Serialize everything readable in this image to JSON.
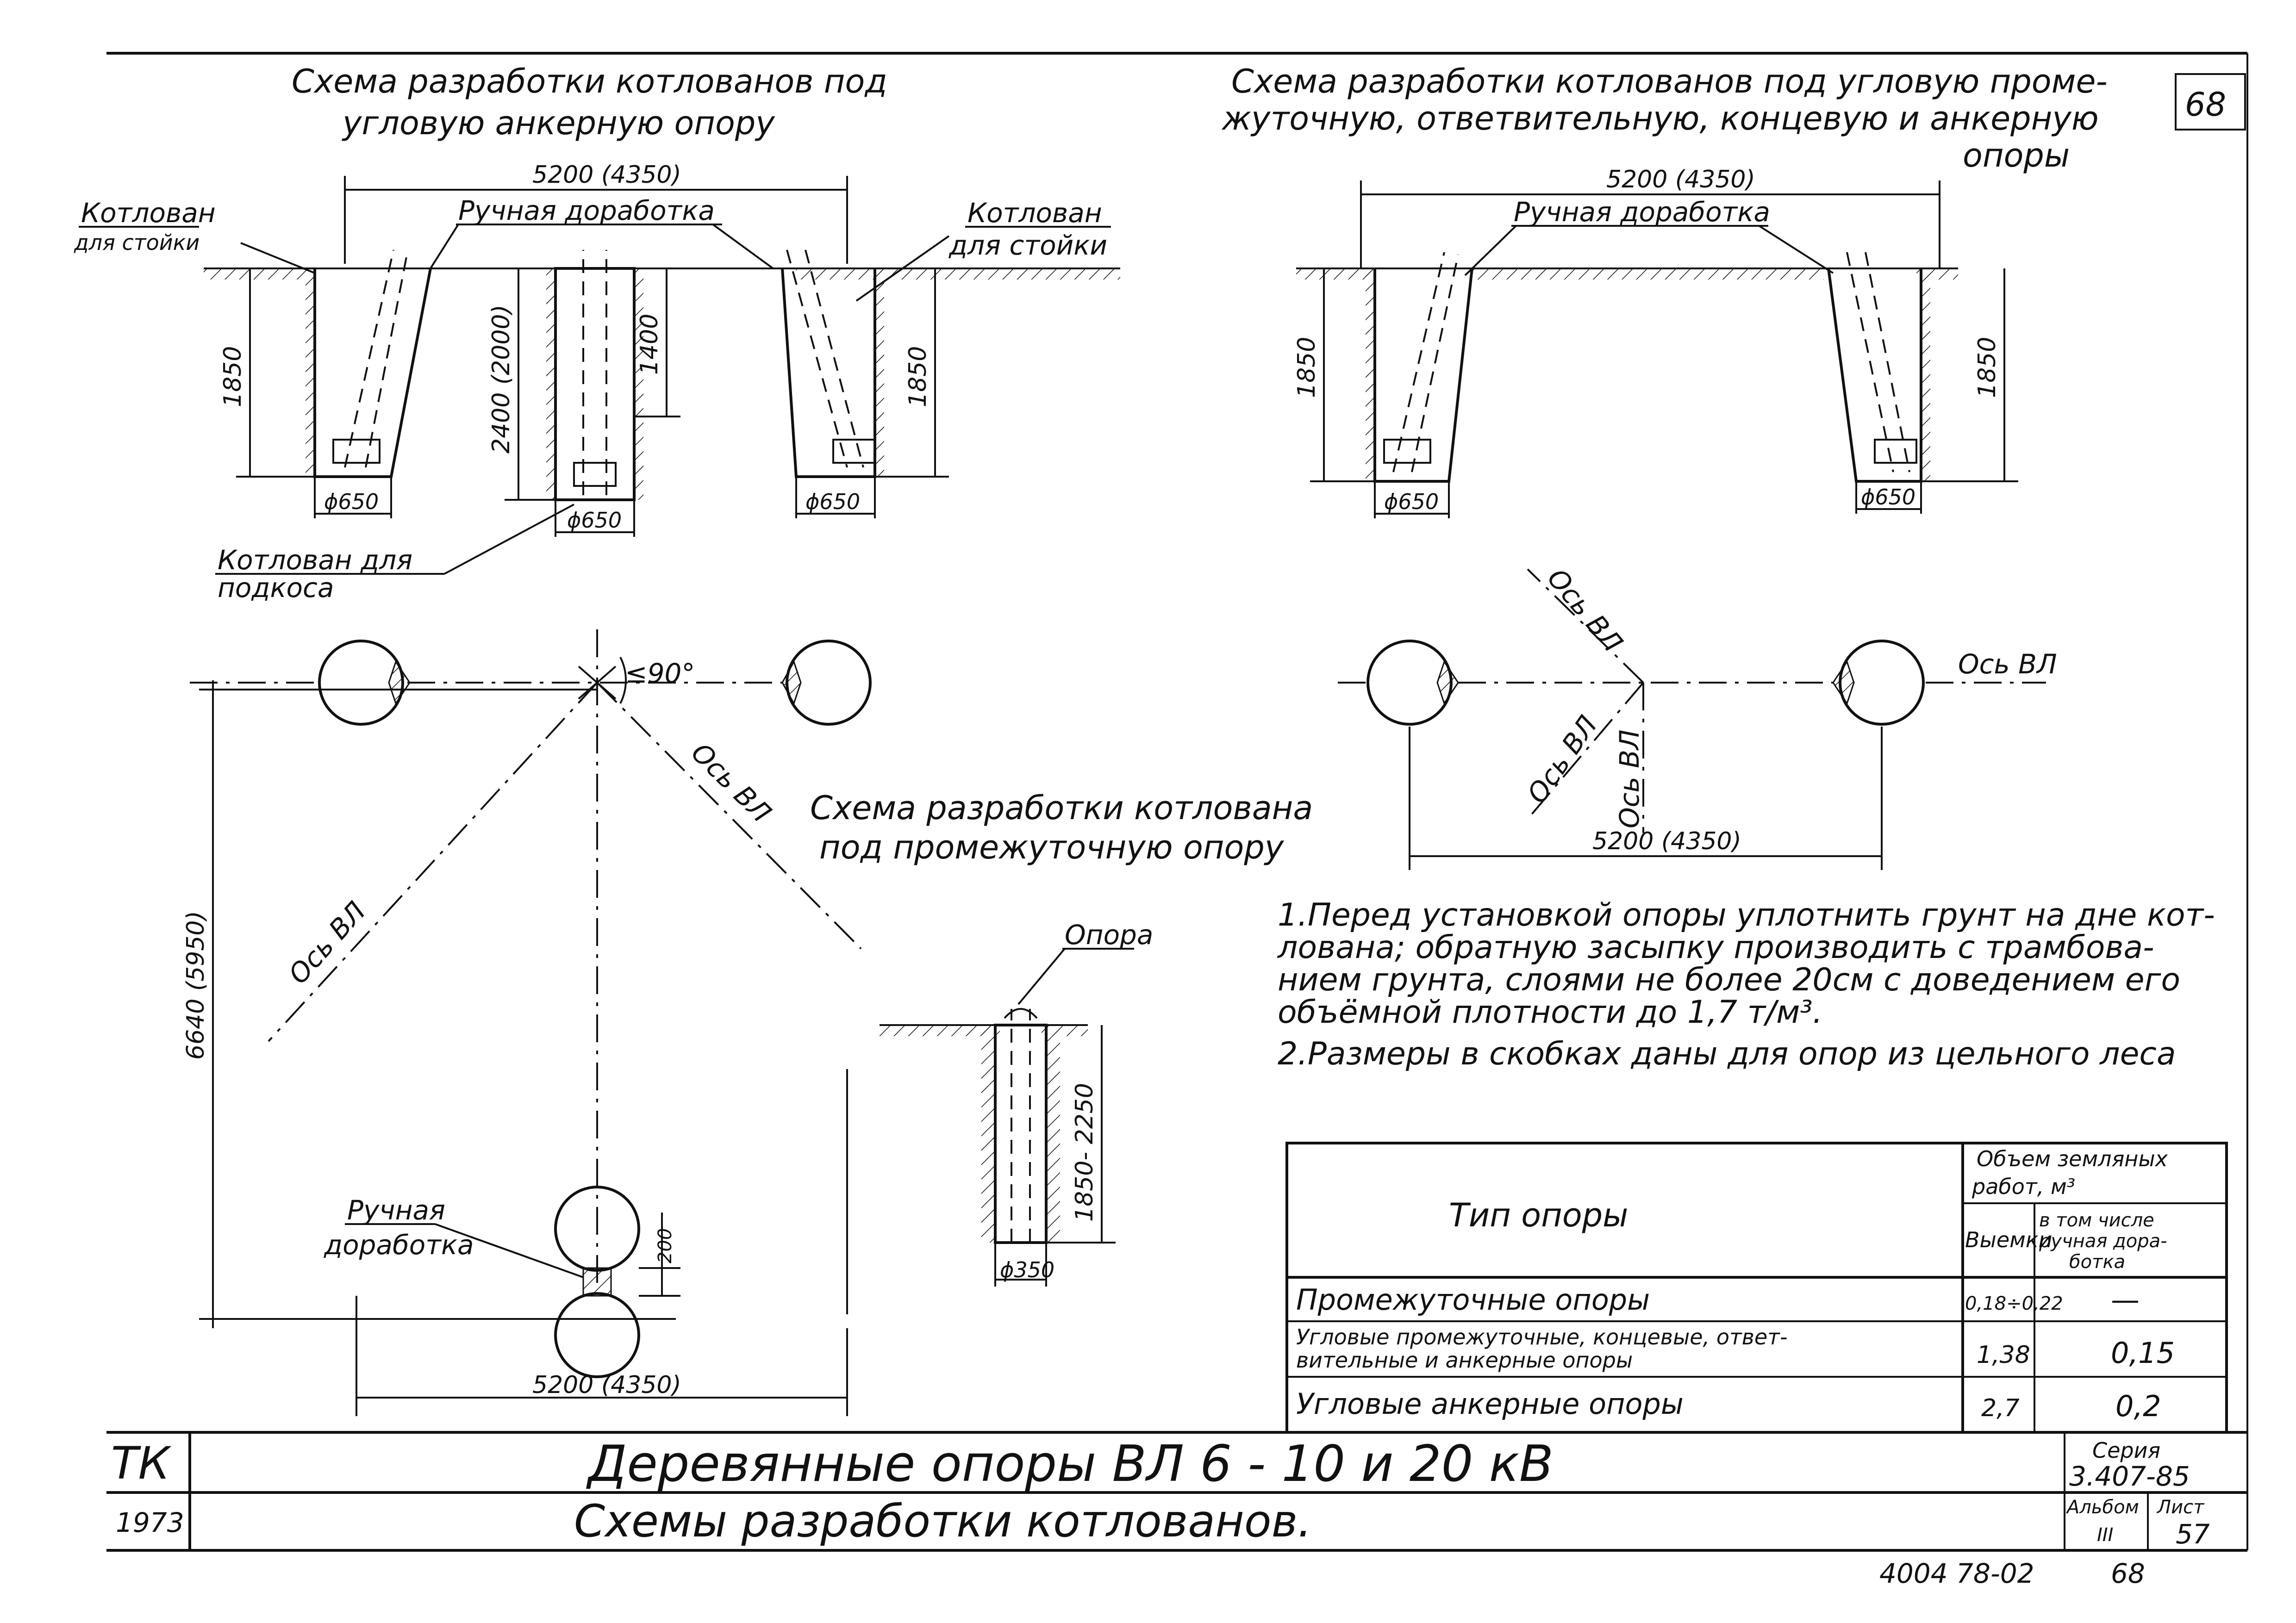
{
  "sheet_number": "68",
  "scheme_left": {
    "title_line1": "Схема разработки котлованов под",
    "title_line2": "угловую анкерную опору",
    "dim_width": "5200 (4350)",
    "label_pit_left_1": "Котлован",
    "label_pit_left_2": "для стойки",
    "label_manual": "Ручная доработка",
    "label_pit_right_1": "Котлован",
    "label_pit_right_2": "для стойки",
    "dim_depth_left": "1850",
    "dim_depth_mid": "2400 (2000)",
    "dim_depth_mid2": "1400",
    "dim_depth_right": "1850",
    "dim_dia_1": "ϕ650",
    "dim_dia_2": "ϕ650",
    "dim_dia_3": "ϕ650",
    "label_strut_1": "Котлован для",
    "label_strut_2": "подкоса"
  },
  "scheme_right": {
    "title_line1": "Схема разработки котлованов под угловую проме-",
    "title_line2": "жуточную, ответвительную, концевую и анкерную",
    "title_line3": "опоры",
    "dim_width": "5200 (4350)",
    "label_manual": "Ручная доработка",
    "dim_depth_left": "1850",
    "dim_depth_right": "1850",
    "dim_dia_left": "ϕ650",
    "dim_dia_right": "ϕ650"
  },
  "plan_left": {
    "angle_label": "≤90°",
    "axis_label_1": "Ось ВЛ",
    "axis_label_2": "Ось ВЛ",
    "dim_vertical": "6640 (5950)"
  },
  "plan_right": {
    "axis_label_1": "Ось ВЛ",
    "axis_label_2": "Ось ВЛ",
    "axis_label_3": "Ось ВЛ",
    "axis_label_4": "Ось ВЛ",
    "dim_width": "5200 (4350)"
  },
  "scheme_mid": {
    "title_line1": "Схема разработки котлована",
    "title_line2": "под промежуточную опору",
    "label_pole": "Опора",
    "dim_depth": "1850- 2250",
    "dim_dia": "ϕ350"
  },
  "plan_bottom": {
    "label_manual_1": "Ручная",
    "label_manual_2": "доработка",
    "dim_gap": "200",
    "dim_width": "5200 (4350)"
  },
  "notes": [
    "1.Перед установкой опоры уплотнить грунт на дне кот-",
    "лована; обратную засыпку производить с трамбова-",
    "нием грунта, слоями не более 20см с доведением его",
    "объёмной плотности до 1,7 т/м³.",
    "2.Размеры в скобках даны для опор из цельного леса"
  ],
  "table": {
    "header_type": "Тип опоры",
    "header_volume_1": "Объем земляных",
    "header_volume_2": "работ, м³",
    "header_col1": "Выемки",
    "header_col2_1": "в том числе",
    "header_col2_2": "ручная дора-",
    "header_col2_3": "ботка",
    "rows": [
      {
        "type_1": "Промежуточные опоры",
        "type_2": "",
        "exc": "0,18÷0,22",
        "manual": "—"
      },
      {
        "type_1": "Угловые промежуточные, концевые, ответ-",
        "type_2": "вительные и анкерные опоры",
        "exc": "1,38",
        "manual": "0,15"
      },
      {
        "type_1": "Угловые анкерные опоры",
        "type_2": "",
        "exc": "2,7",
        "manual": "0,2"
      }
    ]
  },
  "title_block": {
    "org": "ТК",
    "year": "1973",
    "title": "Деревянные опоры ВЛ 6 - 10 и 20 кВ",
    "subtitle": "Схемы разработки котлованов.",
    "series_label": "Серия",
    "series_value": "3.407-85",
    "album_label": "Альбом",
    "album_value": "III",
    "sheet_label": "Лист",
    "sheet_value": "57",
    "doc_code": "4004 78-02",
    "doc_page": "68"
  }
}
